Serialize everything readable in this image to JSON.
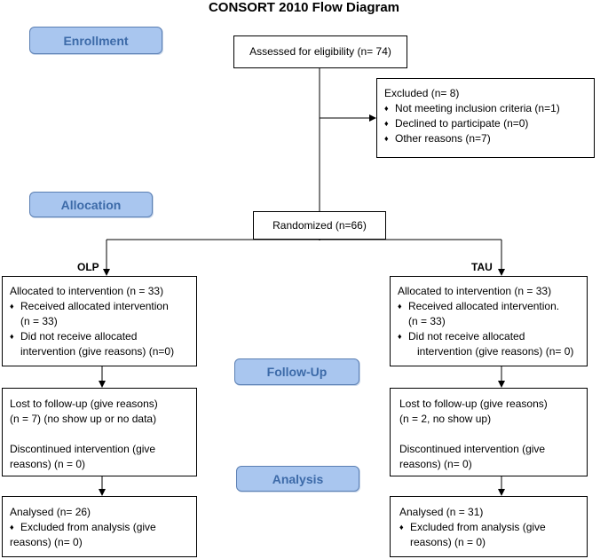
{
  "title": "CONSORT 2010 Flow Diagram",
  "stages": {
    "enrollment": "Enrollment",
    "allocation": "Allocation",
    "followup": "Follow-Up",
    "analysis": "Analysis"
  },
  "assessed": "Assessed for eligibility (n= 74)",
  "excluded": {
    "heading": "Excluded  (n= 8)",
    "items": [
      "Not meeting inclusion criteria (n=1)",
      "Declined to participate (n=0)",
      "Other reasons (n=7)"
    ]
  },
  "randomized": "Randomized (n=66)",
  "arms": {
    "left": {
      "label": "OLP",
      "alloc_heading": "Allocated to intervention (n = 33)",
      "alloc_b1_l1": "Received allocated intervention",
      "alloc_b1_l2": "(n = 33)",
      "alloc_b2_l1": "Did not receive allocated",
      "alloc_b2_l2": "intervention (give reasons) (n=0)",
      "lost_l1": "Lost to follow-up (give reasons)",
      "lost_l2": "(n = 7) (no show up or no data)",
      "disc_l1": "Discontinued intervention (give",
      "disc_l2": "reasons) (n = 0)",
      "anal_heading": "Analysed  (n= 26)",
      "anal_b1_l1": "Excluded from analysis (give",
      "anal_b1_l2": "reasons) (n= 0)"
    },
    "right": {
      "label": "TAU",
      "alloc_heading": "Allocated to intervention (n = 33)",
      "alloc_b1_l1": "Received allocated intervention.",
      "alloc_b1_l2": "(n = 33)",
      "alloc_b2_l1": "Did not receive allocated",
      "alloc_b2_l2": "intervention (give reasons) (n= 0)",
      "lost_l1": "Lost to follow-up (give reasons)",
      "lost_l2": "(n = 2, no show up)",
      "disc_l1": "Discontinued intervention (give",
      "disc_l2": "reasons) (n= 0)",
      "anal_heading": "Analysed  (n = 31)",
      "anal_b1_l1": "Excluded from analysis (give",
      "anal_b1_l2": "reasons) (n = 0)"
    }
  },
  "bullet": "♦"
}
